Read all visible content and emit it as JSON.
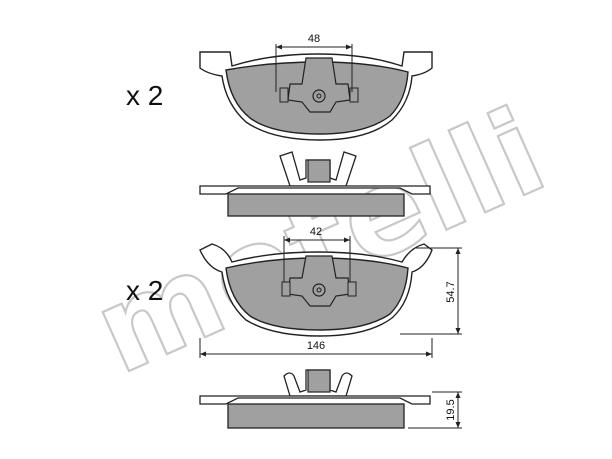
{
  "diagram": {
    "quantity_top": "x 2",
    "quantity_bottom": "x 2",
    "dimensions": {
      "top_pad_width_label": "48",
      "bottom_pad_width_label": "42",
      "height_label": "54.7",
      "total_width_label": "146",
      "thickness_label": "19.5"
    },
    "watermark_text": "metelli",
    "colors": {
      "pad_fill": "#a0a0a0",
      "backing_fill": "#ffffff",
      "stroke": "#222222",
      "watermark": "#c8c8c8"
    }
  }
}
